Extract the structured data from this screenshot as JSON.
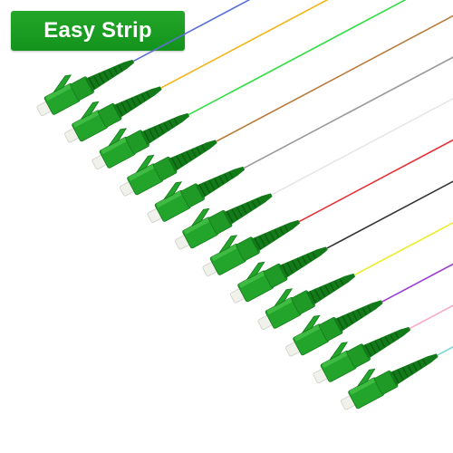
{
  "badge": {
    "label": "Easy Strip",
    "color": "#17991f"
  },
  "product": {
    "connector_type": "LC/APC",
    "connector_color": "#22a52a",
    "ferrule_color": "#f1f1ec",
    "fiber_colors": [
      {
        "name": "blue",
        "hex": "#5b6fd8"
      },
      {
        "name": "orange",
        "hex": "#f2b315"
      },
      {
        "name": "green",
        "hex": "#33dd44"
      },
      {
        "name": "brown",
        "hex": "#b8793a"
      },
      {
        "name": "grey",
        "hex": "#9a9a9a"
      },
      {
        "name": "white",
        "hex": "#e6e6e6"
      },
      {
        "name": "red",
        "hex": "#e53238"
      },
      {
        "name": "black",
        "hex": "#333333"
      },
      {
        "name": "yellow",
        "hex": "#ecec2a"
      },
      {
        "name": "violet",
        "hex": "#9a3fd0"
      },
      {
        "name": "pink",
        "hex": "#f4a9c4"
      },
      {
        "name": "aqua",
        "hex": "#7fd6cf"
      }
    ]
  }
}
